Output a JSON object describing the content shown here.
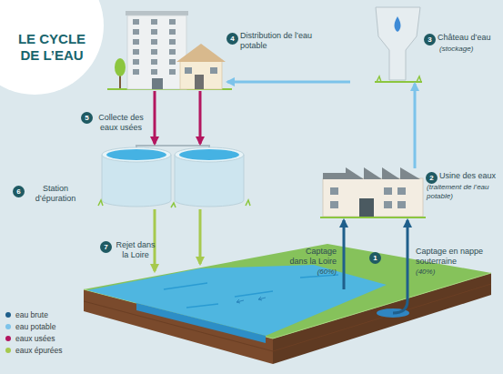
{
  "diagram": {
    "title": "LE CYCLE DE L’EAU",
    "nodes": [
      {
        "text": [
          "4",
          "Distribution de l’eau potable"
        ]
      },
      {
        "text": [
          "3",
          "Château d’eau",
          "(stockage)"
        ]
      },
      {
        "text": [
          "2",
          "Usine des eaux",
          "(traitement de l’eau potable)"
        ]
      },
      {
        "text": [
          "6",
          "Station d’épuration"
        ]
      }
    ],
    "edges": [
      {
        "from": 2,
        "to": 1,
        "arrow": "to"
      },
      {
        "from": 1,
        "to": 0,
        "arrow": "to"
      },
      {
        "from": 0,
        "to": 3,
        "label": "Collecte des eaux usées",
        "arrow": "to"
      },
      {
        "from": 0,
        "to": 3,
        "arrow": "to"
      }
    ],
    "labels": [
      "5",
      "7",
      "Rejet dans la Loire",
      "Captage dans la Loire",
      "1",
      "Captage en nappe souterraine",
      "(60%)",
      "(40%)"
    ],
    "legend": [
      {
        "text": "eau brute",
        "color": "#1f5f8b"
      },
      {
        "text": "eau potable",
        "color": "#7cc3ea"
      },
      {
        "text": "eaux usées",
        "color": "#b3165f"
      },
      {
        "text": "eaux épurées",
        "color": "#a6c94e"
      }
    ]
  }
}
